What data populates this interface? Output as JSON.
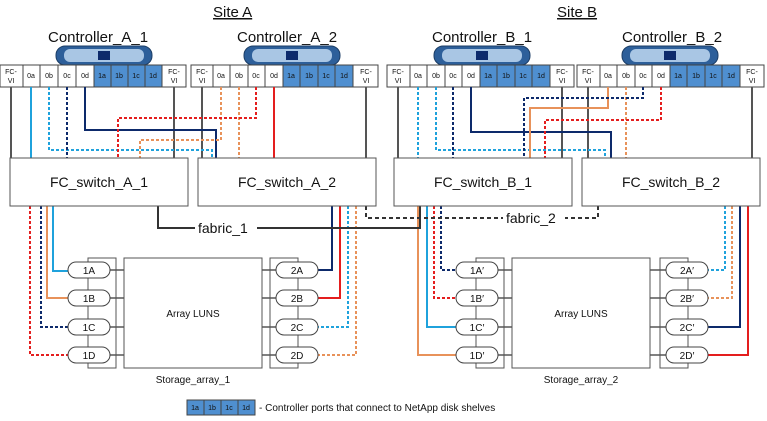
{
  "sites": {
    "a": "Site A",
    "b": "Site B"
  },
  "controllers": {
    "a1": "Controller_A_1",
    "a2": "Controller_A_2",
    "b1": "Controller_B_1",
    "b2": "Controller_B_2"
  },
  "ports": {
    "fcvi_top": "FC-",
    "fcvi_bottom": "VI",
    "p0a": "0a",
    "p0b": "0b",
    "p0c": "0c",
    "p0d": "0d",
    "p1a": "1a",
    "p1b": "1b",
    "p1c": "1c",
    "p1d": "1d"
  },
  "switches": {
    "a1": "FC_switch_A_1",
    "a2": "FC_switch_A_2",
    "b1": "FC_switch_B_1",
    "b2": "FC_switch_B_2"
  },
  "fabrics": {
    "f1": "fabric_1",
    "f2": "fabric_2"
  },
  "storage_a": {
    "name": "Storage_array_1",
    "luns": "Array LUNS",
    "left_ports": [
      "1A",
      "1B",
      "1C",
      "1D"
    ],
    "right_ports": [
      "2A",
      "2B",
      "2C",
      "2D"
    ]
  },
  "storage_b": {
    "name": "Storage_array_2",
    "luns": "Array LUNS",
    "left_ports": [
      "1A′",
      "1B′",
      "1C′",
      "1D′"
    ],
    "right_ports": [
      "2A′",
      "2B′",
      "2C′",
      "2D′"
    ]
  },
  "legend": {
    "ports": [
      "1a",
      "1b",
      "1c",
      "1d"
    ],
    "text": "- Controller ports that connect to NetApp disk shelves"
  },
  "colors": {
    "light_blue": "#1fa2dc",
    "orange": "#e8925a",
    "navy": "#0d2a6b",
    "red": "#e41e1e",
    "gray": "#555555",
    "port_blue": "#4f8fd0"
  }
}
